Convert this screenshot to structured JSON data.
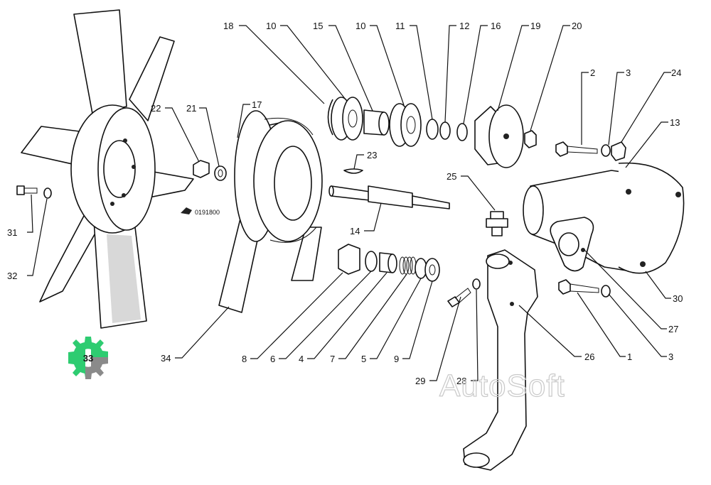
{
  "watermark": "AutoSoft",
  "drawing_code": "0191800",
  "callouts": {
    "c1": "1",
    "c2": "2",
    "c3a": "3",
    "c3b": "3",
    "c4": "4",
    "c5": "5",
    "c6": "6",
    "c7": "7",
    "c8": "8",
    "c9": "9",
    "c10a": "10",
    "c10b": "10",
    "c11": "11",
    "c12": "12",
    "c13": "13",
    "c14": "14",
    "c15": "15",
    "c16": "16",
    "c17": "17",
    "c18": "18",
    "c19": "19",
    "c20": "20",
    "c21": "21",
    "c22": "22",
    "c23": "23",
    "c24": "24",
    "c25": "25",
    "c26": "26",
    "c27": "27",
    "c28": "28",
    "c29": "29",
    "c30": "30",
    "c31": "31",
    "c32": "32",
    "c34": "34"
  },
  "badge": {
    "label": "33",
    "colors": {
      "primary": "#2ecc71",
      "secondary": "#8a8a8a"
    }
  }
}
